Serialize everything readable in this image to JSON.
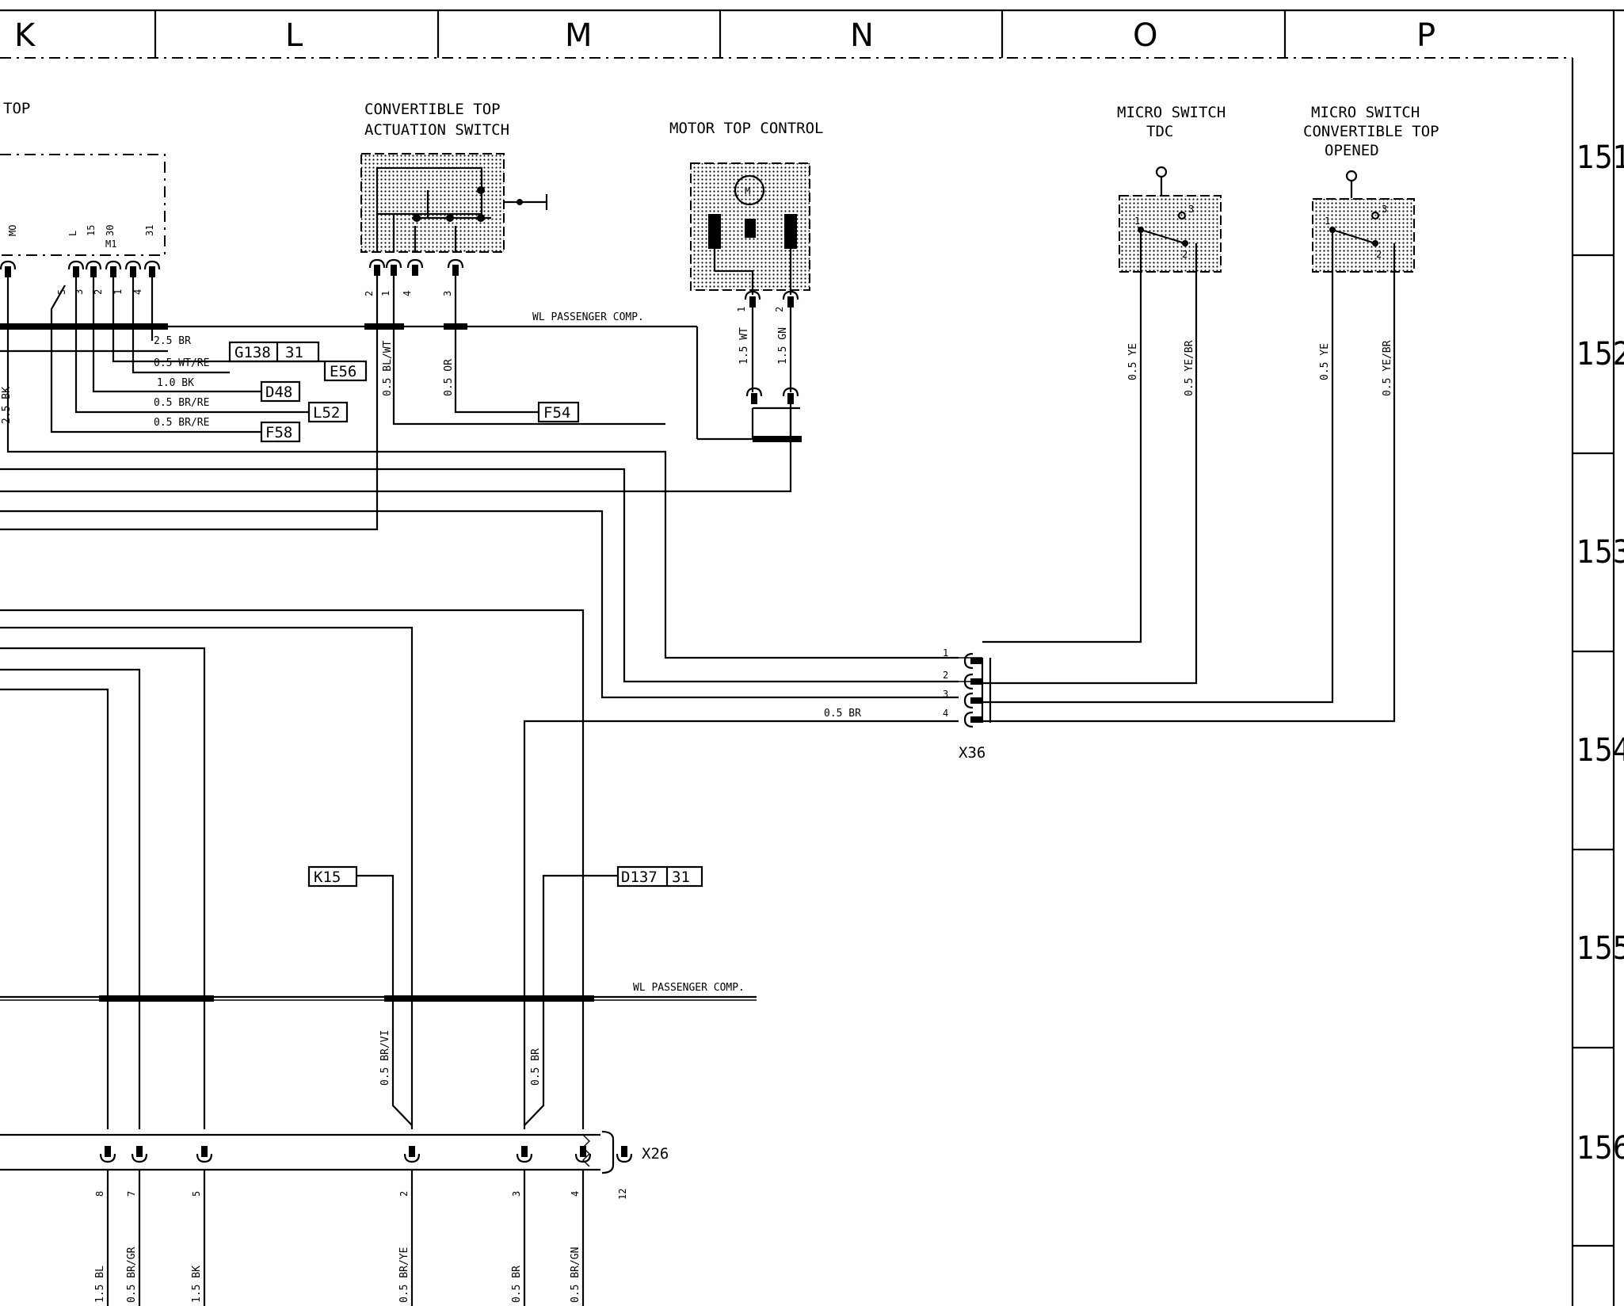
{
  "columns": [
    "K",
    "L",
    "M",
    "N",
    "O",
    "P"
  ],
  "rows": [
    "151",
    "152",
    "153",
    "154",
    "155",
    "156"
  ],
  "components": {
    "left_partial_title": "TOP",
    "actuation_switch": {
      "title_line1": "CONVERTIBLE TOP",
      "title_line2": "ACTUATION SWITCH",
      "pins": [
        "2",
        "1",
        "4",
        "3"
      ]
    },
    "motor_control": {
      "title": "MOTOR TOP CONTROL",
      "pins": [
        "1",
        "2"
      ],
      "motor_symbol": "M"
    },
    "micro_switch_tdc": {
      "title_line1": "MICRO SWITCH",
      "title_line2": "TDC",
      "pins": [
        "1",
        "3",
        "2"
      ]
    },
    "micro_switch_opened": {
      "title_line1": "MICRO SWITCH",
      "title_line2": "CONVERTIBLE TOP",
      "title_line3": "OPENED",
      "pins": [
        "1",
        "3",
        "2"
      ]
    }
  },
  "left_unit_pins": {
    "top": [
      "MO",
      "L",
      "15",
      "30",
      "31"
    ],
    "bottom": [
      "5",
      "3",
      "2",
      "1",
      "4"
    ],
    "ground_mark": "M1"
  },
  "wire_labels": {
    "w_2_5_br": "2.5 BR",
    "w_0_5_wt_re": "0.5 WT/RE",
    "w_1_0_bk": "1.0 BK",
    "w_0_5_br_re_a": "0.5 BR/RE",
    "w_0_5_br_re_b": "0.5 BR/RE",
    "w_2_5_bk": "2.5 BK",
    "w_0_5_bl_wt": "0.5 BL/WT",
    "w_0_5_or": "0.5 OR",
    "w_1_5_wt": "1.5 WT",
    "w_1_5_gn": "1.5 GN",
    "w_0_5_ye_1": "0.5 YE",
    "w_0_5_ye_br_1": "0.5 YE/BR",
    "w_0_5_ye_2": "0.5 YE",
    "w_0_5_ye_br_2": "0.5 YE/BR",
    "w_0_5_br_x36": "0.5 BR",
    "w_0_5_br_vi": "0.5 BR/VI",
    "w_0_5_br_d137": "0.5 BR",
    "b_1_5_bl": "1.5 BL",
    "b_0_5_br_gr": "0.5 BR/GR",
    "b_1_5_bk": "1.5 BK",
    "b_0_5_br_ye": "0.5 BR/YE",
    "b_0_5_br": "0.5 BR",
    "b_0_5_br_gn": "0.5 BR/GN"
  },
  "harness_labels": {
    "upper": "WL PASSENGER COMP.",
    "lower": "WL PASSENGER COMP."
  },
  "reference_boxes": {
    "g138": [
      "G138",
      "31"
    ],
    "e56": "E56",
    "d48": "D48",
    "l52": "L52",
    "f58": "F58",
    "f54": "F54",
    "k15": "K15",
    "d137": [
      "D137",
      "31"
    ]
  },
  "connectors": {
    "x36": {
      "name": "X36",
      "pins": [
        "1",
        "2",
        "3",
        "4"
      ]
    },
    "x26": {
      "name": "X26",
      "pins": [
        "8",
        "7",
        "5",
        "2",
        "3",
        "4",
        "12"
      ]
    }
  }
}
